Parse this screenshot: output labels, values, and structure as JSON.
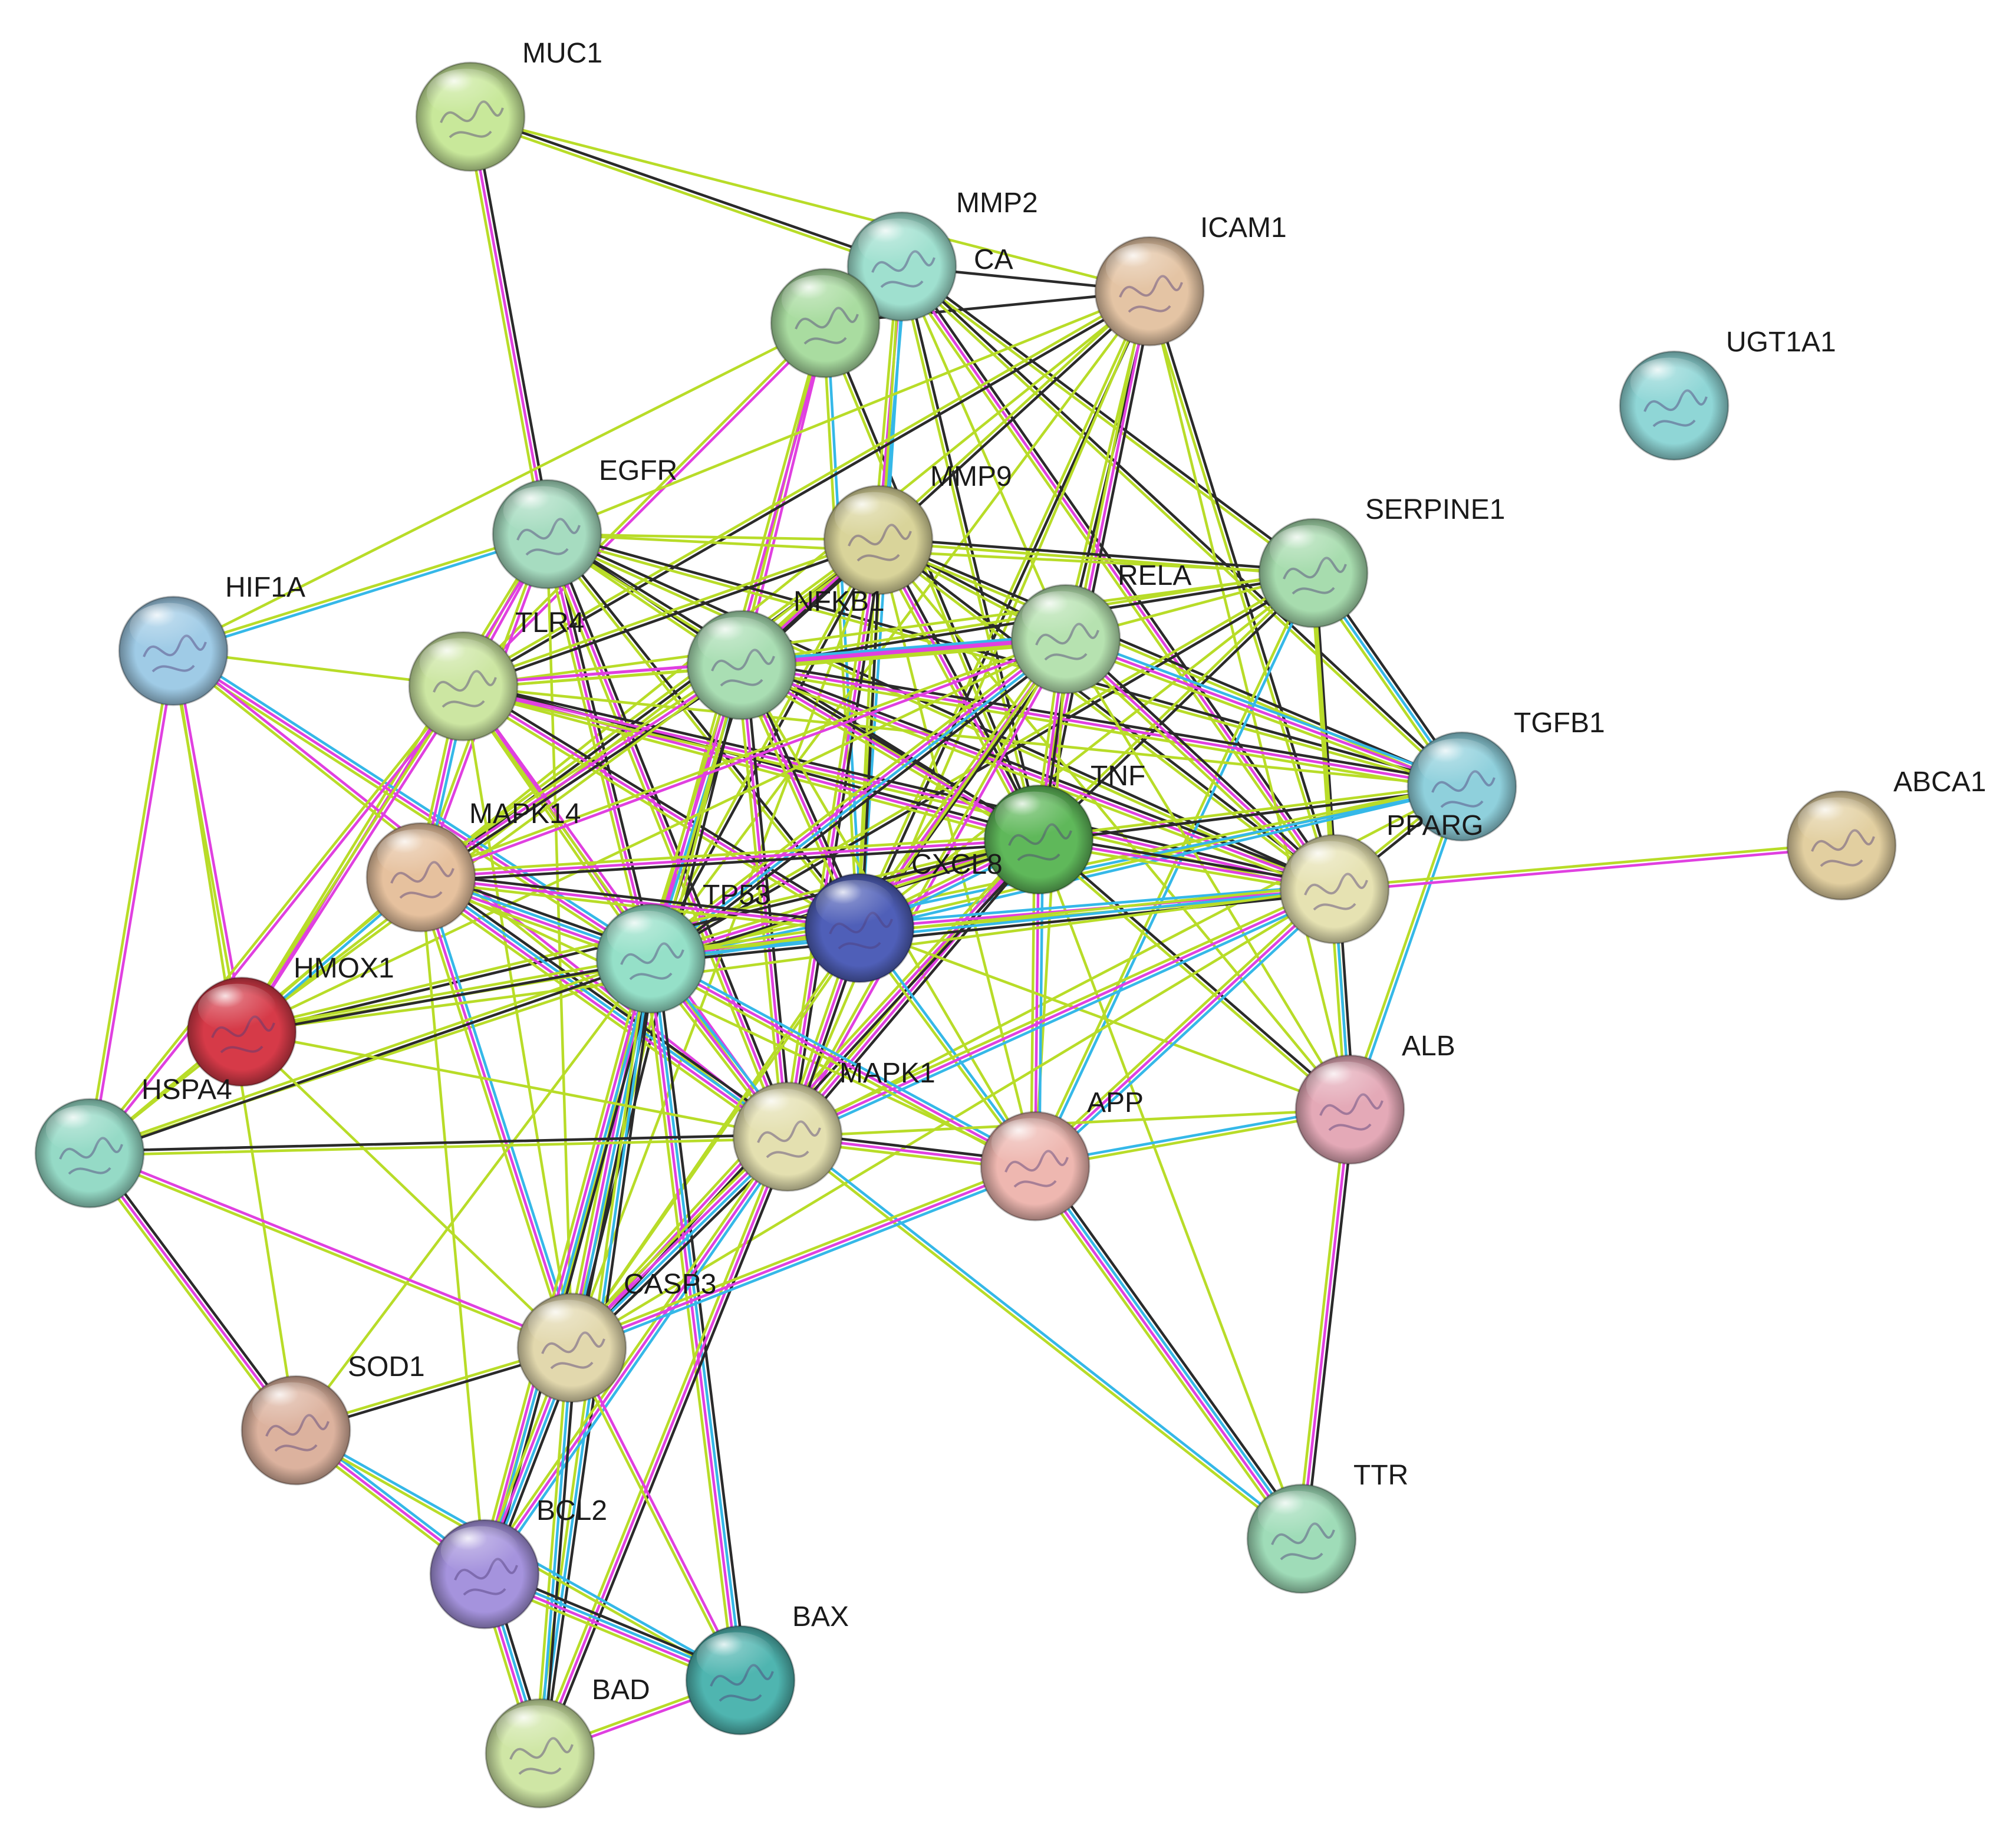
{
  "network": {
    "nodes": [
      {
        "id": "MUC1",
        "label": "MUC1",
        "color": "#c8e89a"
      },
      {
        "id": "MMP2",
        "label": "MMP2",
        "color": "#9fe0cf"
      },
      {
        "id": "PLCA",
        "label": "CA",
        "color": "#a9dca0"
      },
      {
        "id": "ICAM1",
        "label": "ICAM1",
        "color": "#e4c4a4"
      },
      {
        "id": "UGT1A1",
        "label": "UGT1A1",
        "color": "#8fd6d6"
      },
      {
        "id": "EGFR",
        "label": "EGFR",
        "color": "#a6dcc0"
      },
      {
        "id": "MMP9",
        "label": "MMP9",
        "color": "#d9d49a"
      },
      {
        "id": "SERPINE1",
        "label": "SERPINE1",
        "color": "#a7dcae"
      },
      {
        "id": "HIF1A",
        "label": "HIF1A",
        "color": "#9fcbe6"
      },
      {
        "id": "TLR4",
        "label": "TLR4",
        "color": "#cce6a2"
      },
      {
        "id": "NFKB1",
        "label": "NFKB1",
        "color": "#a9deb3"
      },
      {
        "id": "RELA",
        "label": "RELA",
        "color": "#b6e2b0"
      },
      {
        "id": "TGFB1",
        "label": "TGFB1",
        "color": "#8fd0dc"
      },
      {
        "id": "TNF",
        "label": "TNF",
        "color": "#5fb85a"
      },
      {
        "id": "ABCA1",
        "label": "ABCA1",
        "color": "#e2cfa0"
      },
      {
        "id": "MAPK14",
        "label": "MAPK14",
        "color": "#e6c19e"
      },
      {
        "id": "CXCL8",
        "label": "CXCL8",
        "color": "#4f5fb8"
      },
      {
        "id": "PPARG",
        "label": "PPARG",
        "color": "#e6e2b2"
      },
      {
        "id": "TP53",
        "label": "TP53",
        "color": "#95e0c8"
      },
      {
        "id": "HMOX1",
        "label": "HMOX1",
        "color": "#d63a48"
      },
      {
        "id": "HSPA4",
        "label": "HSPA4",
        "color": "#95dac6"
      },
      {
        "id": "MAPK1",
        "label": "MAPK1",
        "color": "#e4e0b0"
      },
      {
        "id": "APP",
        "label": "APP",
        "color": "#eeb7b0"
      },
      {
        "id": "ALB",
        "label": "ALB",
        "color": "#e4a9b7"
      },
      {
        "id": "CASP3",
        "label": "CASP3",
        "color": "#e2d8ad"
      },
      {
        "id": "SOD1",
        "label": "SOD1",
        "color": "#dcb29e"
      },
      {
        "id": "TTR",
        "label": "TTR",
        "color": "#9fdcb8"
      },
      {
        "id": "BCL2",
        "label": "BCL2",
        "color": "#a593dd"
      },
      {
        "id": "BAX",
        "label": "BAX",
        "color": "#4fb5b0"
      },
      {
        "id": "BAD",
        "label": "BAD",
        "color": "#cfe6a5"
      }
    ],
    "edge_colors": {
      "black": "#2a2a2a",
      "magenta": "#e040e0",
      "cyan": "#35b8e8",
      "lime": "#b8dc28",
      "blue": "#8a8af0"
    },
    "edges": [
      [
        "MUC1",
        "EGFR",
        "kml"
      ],
      [
        "MUC1",
        "MMP2",
        "kl"
      ],
      [
        "MUC1",
        "ICAM1",
        "l"
      ],
      [
        "PLCA",
        "MMP2",
        "l"
      ],
      [
        "PLCA",
        "HIF1A",
        "l"
      ],
      [
        "PLCA",
        "TLR4",
        "ml"
      ],
      [
        "PLCA",
        "NFKB1",
        "ml"
      ],
      [
        "PLCA",
        "CXCL8",
        "cl"
      ],
      [
        "PLCA",
        "TP53",
        "ml"
      ],
      [
        "PLCA",
        "TNF",
        "kl"
      ],
      [
        "PLCA",
        "ICAM1",
        "k"
      ],
      [
        "MMP2",
        "ICAM1",
        "k"
      ],
      [
        "MMP2",
        "MMP9",
        "cml"
      ],
      [
        "MMP2",
        "TNF",
        "kl"
      ],
      [
        "MMP2",
        "PPARG",
        "kml"
      ],
      [
        "MMP2",
        "CXCL8",
        "cl"
      ],
      [
        "MMP2",
        "SERPINE1",
        "kl"
      ],
      [
        "MMP2",
        "TGFB1",
        "kl"
      ],
      [
        "MMP2",
        "RELA",
        "l"
      ],
      [
        "ICAM1",
        "EGFR",
        "l"
      ],
      [
        "ICAM1",
        "TLR4",
        "kl"
      ],
      [
        "ICAM1",
        "NFKB1",
        "kl"
      ],
      [
        "ICAM1",
        "RELA",
        "kl"
      ],
      [
        "ICAM1",
        "TNF",
        "kml"
      ],
      [
        "ICAM1",
        "CXCL8",
        "kl"
      ],
      [
        "ICAM1",
        "TP53",
        "l"
      ],
      [
        "ICAM1",
        "PPARG",
        "kl"
      ],
      [
        "ICAM1",
        "ALB",
        "l"
      ],
      [
        "ICAM1",
        "MAPK14",
        "l"
      ],
      [
        "ICAM1",
        "MAPK1",
        "l"
      ],
      [
        "EGFR",
        "HIF1A",
        "cl"
      ],
      [
        "EGFR",
        "MMP9",
        "l"
      ],
      [
        "EGFR",
        "SERPINE1",
        "l"
      ],
      [
        "EGFR",
        "TLR4",
        "ml"
      ],
      [
        "EGFR",
        "NFKB1",
        "kl"
      ],
      [
        "EGFR",
        "TNF",
        "kl"
      ],
      [
        "EGFR",
        "TP53",
        "kml"
      ],
      [
        "EGFR",
        "MAPK14",
        "ml"
      ],
      [
        "EGFR",
        "MAPK1",
        "kml"
      ],
      [
        "EGFR",
        "CXCL8",
        "kl"
      ],
      [
        "EGFR",
        "HMOX1",
        "ml"
      ],
      [
        "EGFR",
        "PPARG",
        "kl"
      ],
      [
        "EGFR",
        "TGFB1",
        "kl"
      ],
      [
        "EGFR",
        "CASP3",
        "l"
      ],
      [
        "MMP9",
        "TLR4",
        "kl"
      ],
      [
        "MMP9",
        "NFKB1",
        "kml"
      ],
      [
        "MMP9",
        "RELA",
        "kl"
      ],
      [
        "MMP9",
        "TNF",
        "kml"
      ],
      [
        "MMP9",
        "CXCL8",
        "kl"
      ],
      [
        "MMP9",
        "SERPINE1",
        "kl"
      ],
      [
        "MMP9",
        "TGFB1",
        "kl"
      ],
      [
        "MMP9",
        "TP53",
        "kl"
      ],
      [
        "MMP9",
        "MAPK14",
        "kl"
      ],
      [
        "MMP9",
        "MAPK1",
        "kml"
      ],
      [
        "MMP9",
        "APP",
        "l"
      ],
      [
        "MMP9",
        "PPARG",
        "kl"
      ],
      [
        "MMP9",
        "HMOX1",
        "l"
      ],
      [
        "MMP9",
        "ALB",
        "l"
      ],
      [
        "MMP9",
        "CASP3",
        "l"
      ],
      [
        "SERPINE1",
        "TGFB1",
        "kcl"
      ],
      [
        "SERPINE1",
        "TNF",
        "kl"
      ],
      [
        "SERPINE1",
        "PPARG",
        "kl"
      ],
      [
        "SERPINE1",
        "RELA",
        "l"
      ],
      [
        "SERPINE1",
        "NFKB1",
        "kl"
      ],
      [
        "SERPINE1",
        "CXCL8",
        "l"
      ],
      [
        "SERPINE1",
        "TP53",
        "kl"
      ],
      [
        "SERPINE1",
        "ALB",
        "l"
      ],
      [
        "SERPINE1",
        "TLR4",
        "l"
      ],
      [
        "SERPINE1",
        "APP",
        "cl"
      ],
      [
        "HIF1A",
        "TLR4",
        "l"
      ],
      [
        "HIF1A",
        "TP53",
        "cml"
      ],
      [
        "HIF1A",
        "HMOX1",
        "ml"
      ],
      [
        "HIF1A",
        "HSPA4",
        "ml"
      ],
      [
        "HIF1A",
        "MAPK1",
        "ml"
      ],
      [
        "HIF1A",
        "SOD1",
        "l"
      ],
      [
        "TLR4",
        "NFKB1",
        "ml"
      ],
      [
        "TLR4",
        "RELA",
        "ml"
      ],
      [
        "TLR4",
        "TNF",
        "kml"
      ],
      [
        "TLR4",
        "CXCL8",
        "kml"
      ],
      [
        "TLR4",
        "TP53",
        "ml"
      ],
      [
        "TLR4",
        "MAPK14",
        "cml"
      ],
      [
        "TLR4",
        "HMOX1",
        "ml"
      ],
      [
        "TLR4",
        "HSPA4",
        "ml"
      ],
      [
        "TLR4",
        "PPARG",
        "kml"
      ],
      [
        "TLR4",
        "MAPK1",
        "ml"
      ],
      [
        "TLR4",
        "CASP3",
        "l"
      ],
      [
        "TLR4",
        "TGFB1",
        "l"
      ],
      [
        "NFKB1",
        "RELA",
        "cml"
      ],
      [
        "NFKB1",
        "TNF",
        "kml"
      ],
      [
        "NFKB1",
        "CXCL8",
        "kml"
      ],
      [
        "NFKB1",
        "TP53",
        "kcml"
      ],
      [
        "NFKB1",
        "MAPK14",
        "kml"
      ],
      [
        "NFKB1",
        "MAPK1",
        "kml"
      ],
      [
        "NFKB1",
        "PPARG",
        "kml"
      ],
      [
        "NFKB1",
        "TGFB1",
        "kml"
      ],
      [
        "NFKB1",
        "CASP3",
        "kl"
      ],
      [
        "NFKB1",
        "HMOX1",
        "l"
      ],
      [
        "NFKB1",
        "APP",
        "l"
      ],
      [
        "NFKB1",
        "BCL2",
        "l"
      ],
      [
        "RELA",
        "TNF",
        "kml"
      ],
      [
        "RELA",
        "CXCL8",
        "kml"
      ],
      [
        "RELA",
        "TP53",
        "kcml"
      ],
      [
        "RELA",
        "MAPK14",
        "ml"
      ],
      [
        "RELA",
        "PPARG",
        "kml"
      ],
      [
        "RELA",
        "TGFB1",
        "cml"
      ],
      [
        "RELA",
        "MAPK1",
        "ml"
      ],
      [
        "RELA",
        "HMOX1",
        "l"
      ],
      [
        "RELA",
        "CASP3",
        "l"
      ],
      [
        "RELA",
        "APP",
        "l"
      ],
      [
        "RELA",
        "ALB",
        "l"
      ],
      [
        "TGFB1",
        "TNF",
        "kl"
      ],
      [
        "TGFB1",
        "PPARG",
        "kl"
      ],
      [
        "TGFB1",
        "ALB",
        "cl"
      ],
      [
        "TGFB1",
        "CXCL8",
        "cl"
      ],
      [
        "TGFB1",
        "TP53",
        "cl"
      ],
      [
        "TGFB1",
        "MAPK1",
        "l"
      ],
      [
        "TNF",
        "CXCL8",
        "cml"
      ],
      [
        "TNF",
        "TP53",
        "kml"
      ],
      [
        "TNF",
        "MAPK14",
        "kml"
      ],
      [
        "TNF",
        "PPARG",
        "kml"
      ],
      [
        "TNF",
        "MAPK1",
        "kml"
      ],
      [
        "TNF",
        "ALB",
        "kl"
      ],
      [
        "TNF",
        "APP",
        "cml"
      ],
      [
        "TNF",
        "HMOX1",
        "kl"
      ],
      [
        "TNF",
        "CASP3",
        "kml"
      ],
      [
        "TNF",
        "TTR",
        "l"
      ],
      [
        "TNF",
        "HSPA4",
        "l"
      ],
      [
        "ABCA1",
        "PPARG",
        "ml"
      ],
      [
        "MAPK14",
        "TP53",
        "kcml"
      ],
      [
        "MAPK14",
        "HMOX1",
        "cl"
      ],
      [
        "MAPK14",
        "MAPK1",
        "kcml"
      ],
      [
        "MAPK14",
        "CASP3",
        "cml"
      ],
      [
        "MAPK14",
        "HSPA4",
        "l"
      ],
      [
        "MAPK14",
        "CXCL8",
        "kml"
      ],
      [
        "MAPK14",
        "BCL2",
        "l"
      ],
      [
        "MAPK14",
        "APP",
        "l"
      ],
      [
        "CXCL8",
        "TP53",
        "cml"
      ],
      [
        "CXCL8",
        "PPARG",
        "cml"
      ],
      [
        "CXCL8",
        "MAPK1",
        "kml"
      ],
      [
        "CXCL8",
        "APP",
        "cl"
      ],
      [
        "CXCL8",
        "HMOX1",
        "l"
      ],
      [
        "CXCL8",
        "CASP3",
        "l"
      ],
      [
        "CXCL8",
        "ALB",
        "l"
      ],
      [
        "PPARG",
        "ALB",
        "kcl"
      ],
      [
        "PPARG",
        "APP",
        "cml"
      ],
      [
        "PPARG",
        "MAPK1",
        "cml"
      ],
      [
        "PPARG",
        "TP53",
        "kcl"
      ],
      [
        "PPARG",
        "CASP3",
        "l"
      ],
      [
        "PPARG",
        "HMOX1",
        "l"
      ],
      [
        "TP53",
        "HMOX1",
        "kl"
      ],
      [
        "TP53",
        "MAPK1",
        "cml"
      ],
      [
        "TP53",
        "CASP3",
        "kcml"
      ],
      [
        "TP53",
        "BCL2",
        "kcml"
      ],
      [
        "TP53",
        "BAX",
        "kcml"
      ],
      [
        "TP53",
        "BAD",
        "kcl"
      ],
      [
        "TP53",
        "HSPA4",
        "kl"
      ],
      [
        "TP53",
        "APP",
        "cml"
      ],
      [
        "TP53",
        "SOD1",
        "l"
      ],
      [
        "HMOX1",
        "HSPA4",
        "l"
      ],
      [
        "HMOX1",
        "MAPK1",
        "l"
      ],
      [
        "HMOX1",
        "CASP3",
        "l"
      ],
      [
        "HSPA4",
        "SOD1",
        "kml"
      ],
      [
        "HSPA4",
        "CASP3",
        "ml"
      ],
      [
        "HSPA4",
        "MAPK1",
        "kl"
      ],
      [
        "MAPK1",
        "APP",
        "kml"
      ],
      [
        "MAPK1",
        "CASP3",
        "kcml"
      ],
      [
        "MAPK1",
        "BCL2",
        "cml"
      ],
      [
        "MAPK1",
        "BAD",
        "kml"
      ],
      [
        "MAPK1",
        "TTR",
        "cl"
      ],
      [
        "MAPK1",
        "ALB",
        "l"
      ],
      [
        "APP",
        "ALB",
        "cl"
      ],
      [
        "APP",
        "TTR",
        "kcml"
      ],
      [
        "APP",
        "CASP3",
        "cml"
      ],
      [
        "ALB",
        "TTR",
        "kml"
      ],
      [
        "CASP3",
        "SOD1",
        "kl"
      ],
      [
        "CASP3",
        "BCL2",
        "kcml"
      ],
      [
        "CASP3",
        "BAX",
        "ml"
      ],
      [
        "CASP3",
        "BAD",
        "kcl"
      ],
      [
        "SOD1",
        "BCL2",
        "cml"
      ],
      [
        "SOD1",
        "BAX",
        "cl"
      ],
      [
        "BCL2",
        "BAX",
        "kcml"
      ],
      [
        "BCL2",
        "BAD",
        "kcml"
      ],
      [
        "BAX",
        "BAD",
        "ml"
      ]
    ]
  }
}
